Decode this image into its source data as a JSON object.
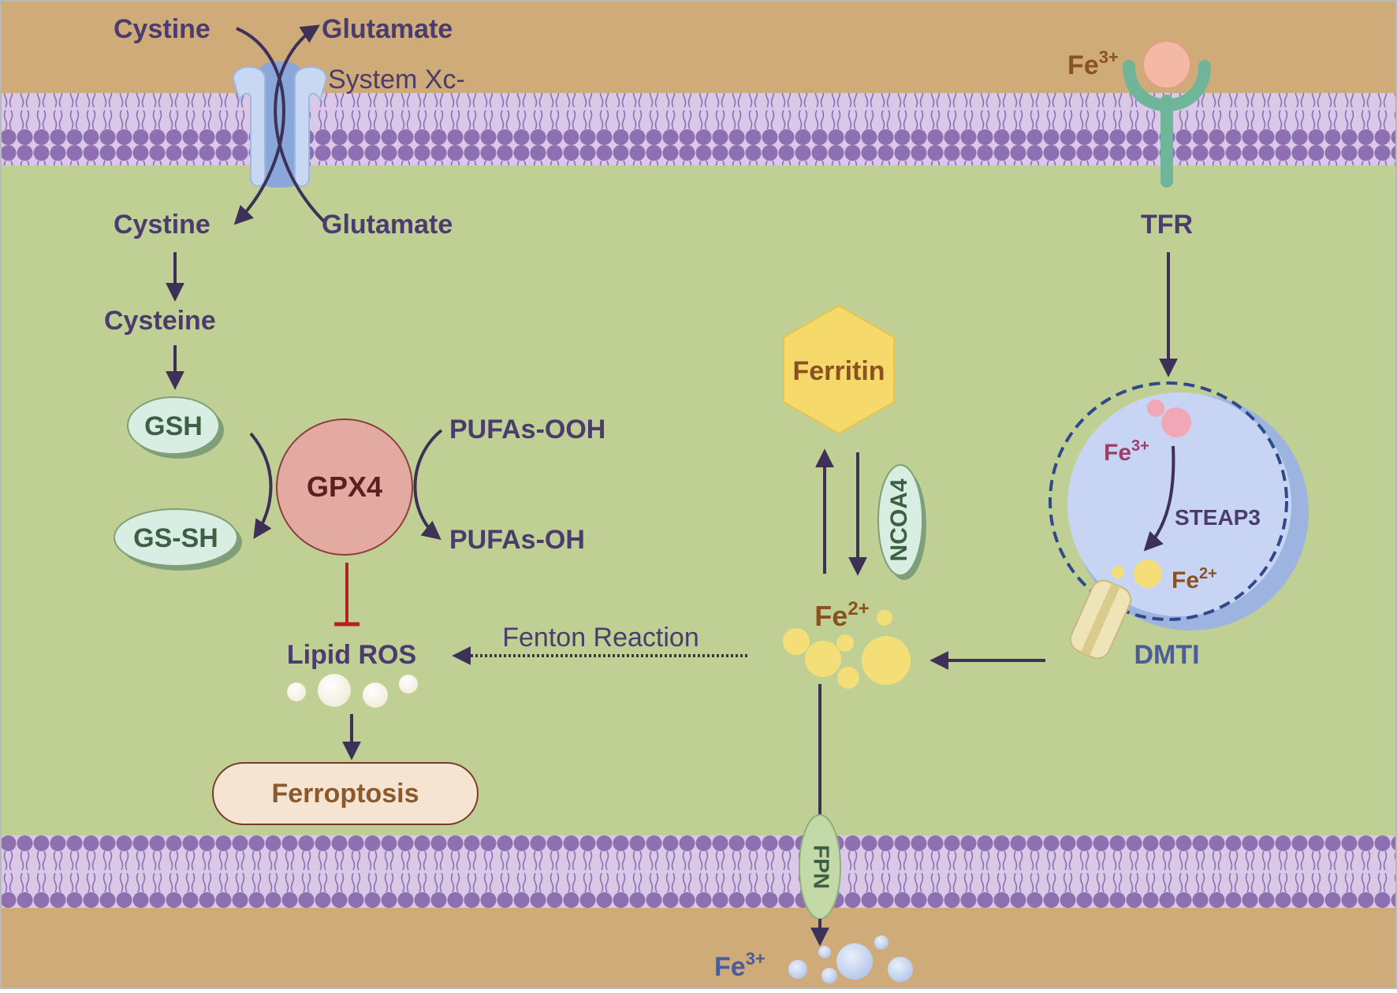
{
  "colors": {
    "outside": "#cfab79",
    "cytoplasm": "#c0cf93",
    "membrane_head": "#8e6fb0",
    "membrane_band": "#d9c8e8",
    "text_main": "#4a3c6e",
    "text_green": "#3f5f45",
    "text_brown": "#8a5220",
    "text_blue": "#4a5c9a",
    "arrow": "#3d3158",
    "inhibit": "#b22222"
  },
  "labels": {
    "cystine_out": "Cystine",
    "glutamate_out": "Glutamate",
    "system_xc": "System Xc-",
    "cystine_in": "Cystine",
    "glutamate_in": "Glutamate",
    "cysteine": "Cysteine",
    "gsh": "GSH",
    "gssh": "GS-SH",
    "gpx4": "GPX4",
    "pufa_ooh": "PUFAs-OOH",
    "pufa_oh": "PUFAs-OH",
    "lipid_ros": "Lipid ROS",
    "ferroptosis": "Ferroptosis",
    "fenton": "Fenton Reaction",
    "ferritin": "Ferritin",
    "ncoa4": "NCOA4",
    "fe_base": "Fe",
    "fe3_sup": "3+",
    "fe2_sup": "2+",
    "tfr": "TFR",
    "steap3": "STEAP3",
    "dmti": "DMTI",
    "fpn": "FPN"
  }
}
